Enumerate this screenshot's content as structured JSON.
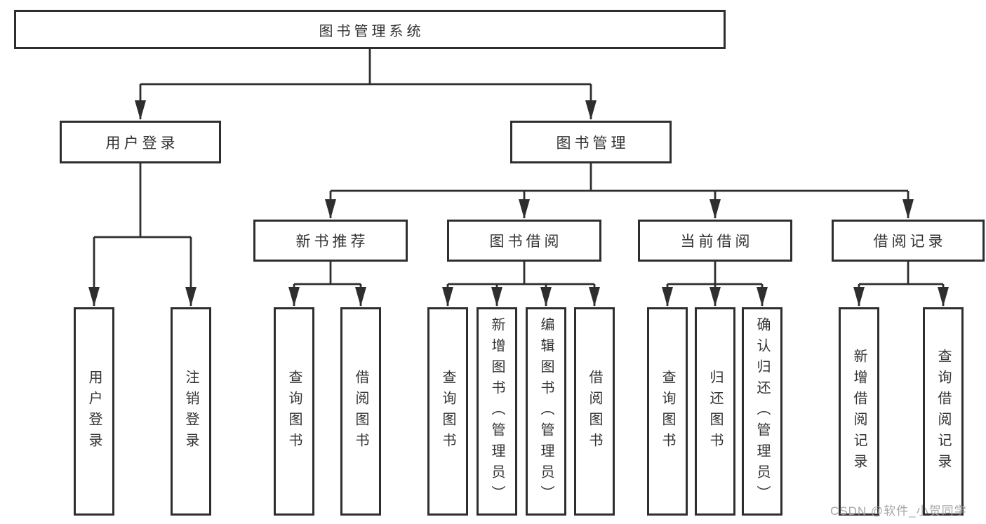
{
  "diagram": {
    "title": "图书管理系统",
    "tree": {
      "label": "图书管理系统",
      "children": [
        {
          "label": "用户登录",
          "children": [
            {
              "label": "用户登录"
            },
            {
              "label": "注销登录"
            }
          ]
        },
        {
          "label": "图书管理",
          "children": [
            {
              "label": "新书推荐",
              "children": [
                {
                  "label": "查询图书"
                },
                {
                  "label": "借阅图书"
                }
              ]
            },
            {
              "label": "图书借阅",
              "children": [
                {
                  "label": "查询图书"
                },
                {
                  "label": "新增图书（管理员）"
                },
                {
                  "label": "编辑图书（管理员）"
                },
                {
                  "label": "借阅图书"
                }
              ]
            },
            {
              "label": "当前借阅",
              "children": [
                {
                  "label": "查询图书"
                },
                {
                  "label": "归还图书"
                },
                {
                  "label": "确认归还（管理员）"
                }
              ]
            },
            {
              "label": "借阅记录",
              "children": [
                {
                  "label": "新增借阅记录"
                },
                {
                  "label": "查询借阅记录"
                }
              ]
            }
          ]
        }
      ]
    },
    "colors": {
      "line": "#2e2e2e",
      "text": "#333333",
      "background": "#ffffff",
      "watermark": "#9e9e9e"
    }
  },
  "watermark": {
    "text": "CSDN @软件_小贺同学"
  }
}
